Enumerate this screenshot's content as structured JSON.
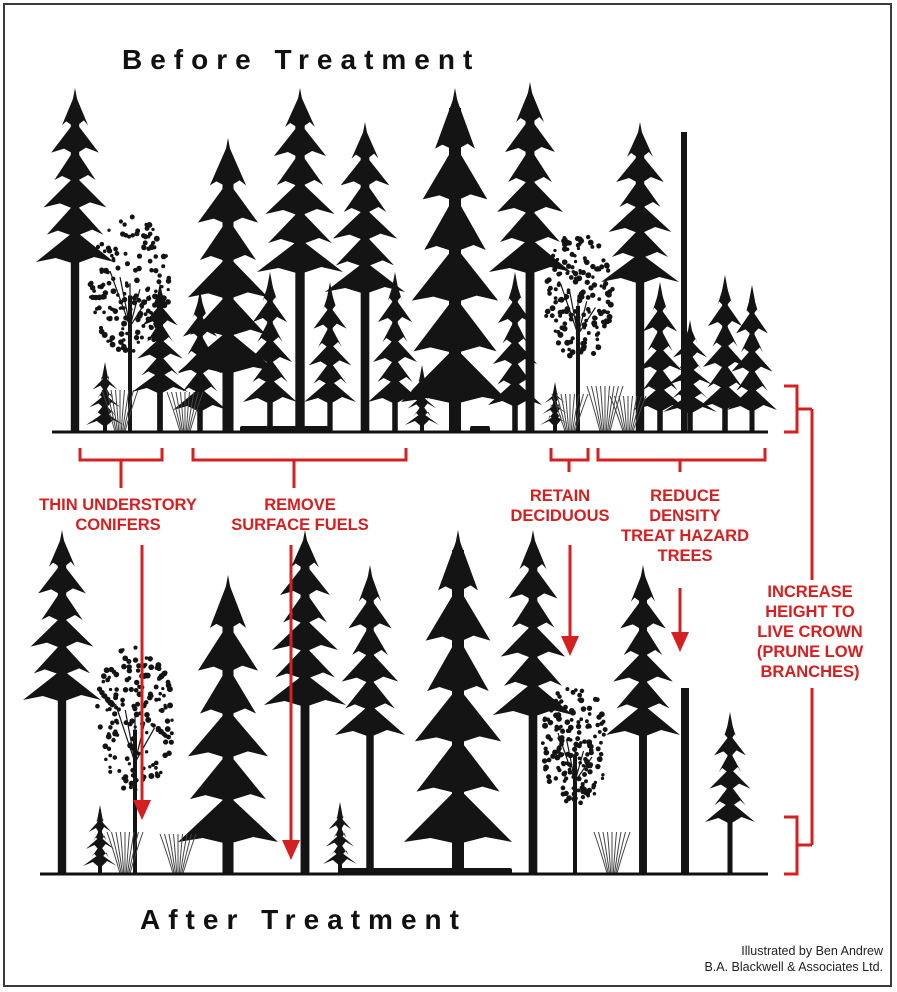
{
  "titles": {
    "before": "Before Treatment",
    "after": "After Treatment"
  },
  "labels": {
    "thin_understory": "THIN UNDERSTORY\nCONIFERS",
    "remove_surface": "REMOVE\nSURFACE FUELS",
    "retain_deciduous": "RETAIN\nDECIDUOUS",
    "reduce_density": "REDUCE\nDENSITY\nTREAT HAZARD\nTREES",
    "increase_height": "INCREASE\nHEIGHT TO\nLIVE CROWN\n(PRUNE LOW\nBRANCHES)"
  },
  "credits": {
    "line1": "Illustrated by Ben Andrew",
    "line2": "B.A. Blackwell & Associates Ltd."
  },
  "colors": {
    "annotation": "#d42020",
    "tree": "#141414",
    "ground": "#111111"
  }
}
